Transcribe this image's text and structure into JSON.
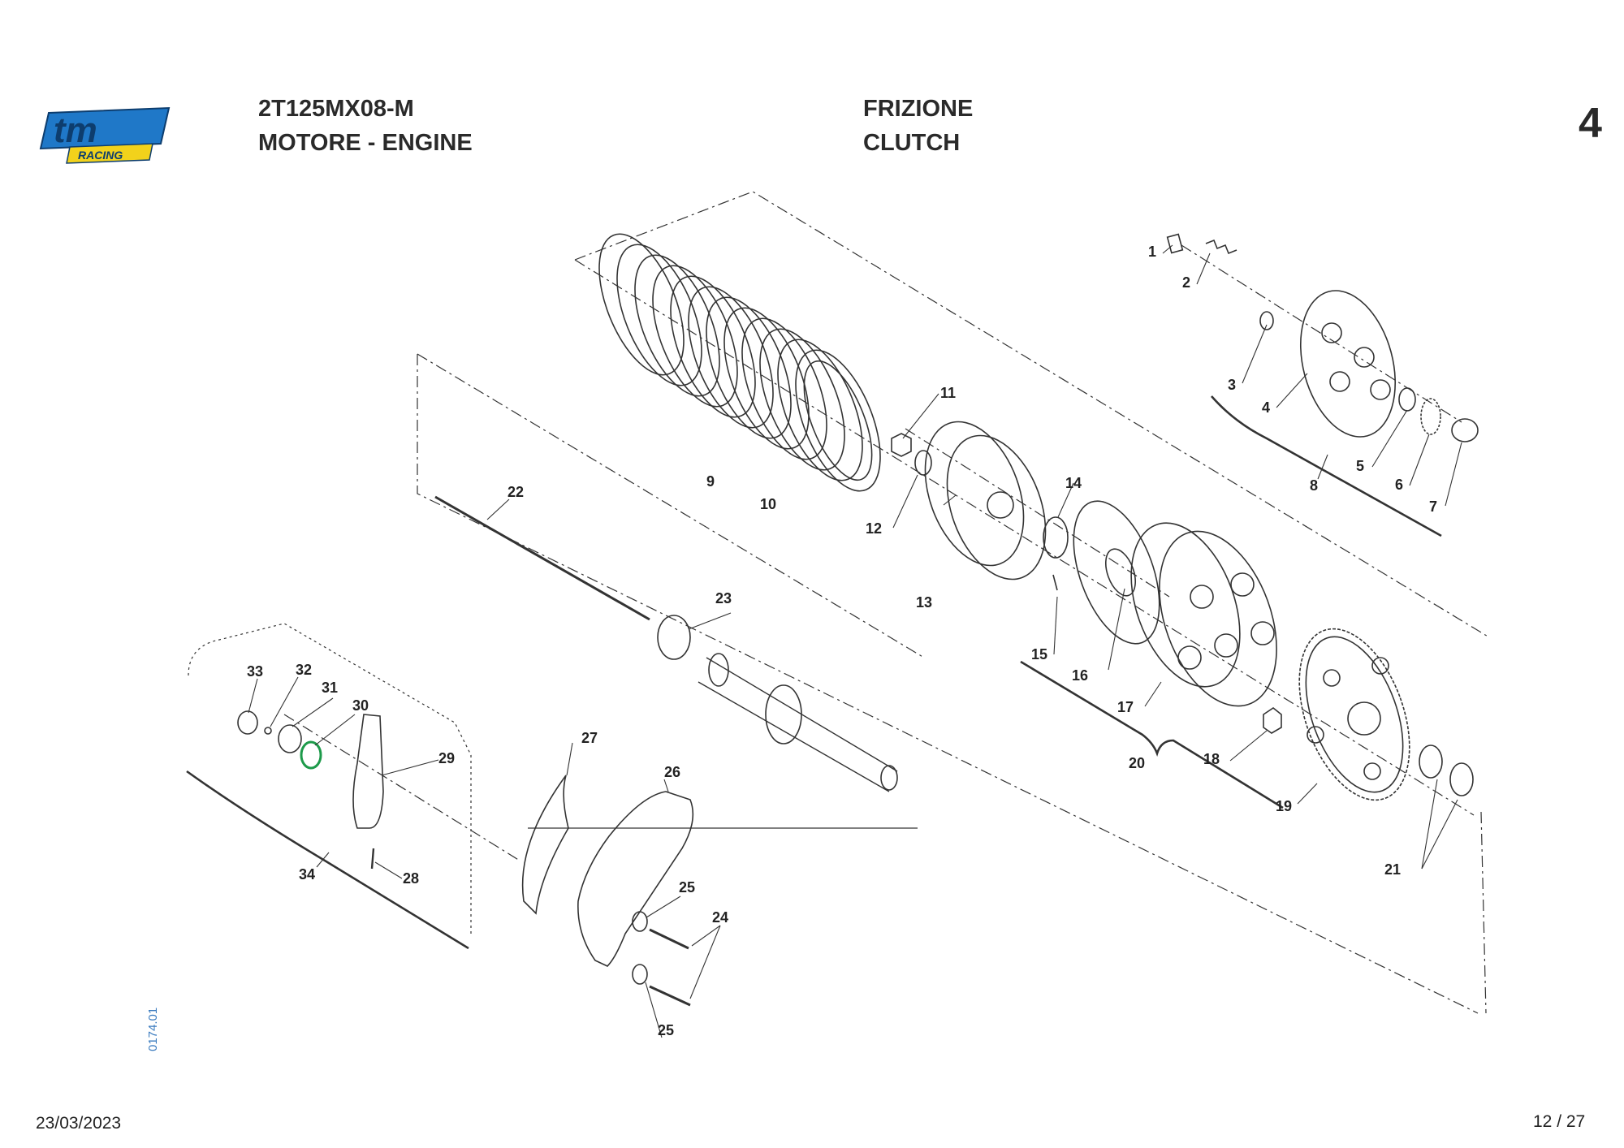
{
  "header": {
    "logo_text": "tm",
    "logo_sub": "RACING",
    "model_code": "2T125MX08-M",
    "section": "MOTORE - ENGINE",
    "group_it": "FRIZIONE",
    "group_en": "CLUTCH",
    "table_number": "4"
  },
  "parts": [
    {
      "num": "1"
    },
    {
      "num": "2"
    },
    {
      "num": "3"
    },
    {
      "num": "4"
    },
    {
      "num": "5"
    },
    {
      "num": "6"
    },
    {
      "num": "7"
    },
    {
      "num": "8"
    },
    {
      "num": "9"
    },
    {
      "num": "10"
    },
    {
      "num": "11"
    },
    {
      "num": "12"
    },
    {
      "num": "13"
    },
    {
      "num": "14"
    },
    {
      "num": "15"
    },
    {
      "num": "16"
    },
    {
      "num": "17"
    },
    {
      "num": "18"
    },
    {
      "num": "19"
    },
    {
      "num": "20"
    },
    {
      "num": "21"
    },
    {
      "num": "22"
    },
    {
      "num": "23"
    },
    {
      "num": "24"
    },
    {
      "num": "25"
    },
    {
      "num": "25"
    },
    {
      "num": "26"
    },
    {
      "num": "27"
    },
    {
      "num": "28"
    },
    {
      "num": "29"
    },
    {
      "num": "30"
    },
    {
      "num": "31"
    },
    {
      "num": "32"
    },
    {
      "num": "33"
    },
    {
      "num": "34"
    }
  ],
  "footer": {
    "date": "23/03/2023",
    "page": "12 / 27",
    "doc_id": "0174.01"
  },
  "colors": {
    "logo_blue": "#1f78c8",
    "logo_yellow": "#f2d21b",
    "oring_green": "#1d9a4a",
    "doc_id_blue": "#3a7bbf"
  }
}
